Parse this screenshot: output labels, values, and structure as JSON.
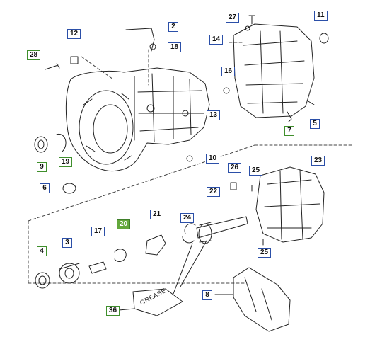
{
  "diagram": {
    "colors": {
      "line": "#222222",
      "callout_border_blue": "#2b4fa8",
      "callout_border_green": "#3f8f2c",
      "highlight_fill": "#63a83c"
    },
    "callouts": [
      {
        "id": "2",
        "label": "2"
      },
      {
        "id": "3",
        "label": "3"
      },
      {
        "id": "4",
        "label": "4"
      },
      {
        "id": "5",
        "label": "5"
      },
      {
        "id": "6",
        "label": "6"
      },
      {
        "id": "7",
        "label": "7"
      },
      {
        "id": "8",
        "label": "8"
      },
      {
        "id": "9",
        "label": "9"
      },
      {
        "id": "10",
        "label": "10"
      },
      {
        "id": "11",
        "label": "11"
      },
      {
        "id": "12",
        "label": "12"
      },
      {
        "id": "13",
        "label": "13"
      },
      {
        "id": "14",
        "label": "14"
      },
      {
        "id": "16",
        "label": "16"
      },
      {
        "id": "17",
        "label": "17"
      },
      {
        "id": "18",
        "label": "18"
      },
      {
        "id": "19",
        "label": "19"
      },
      {
        "id": "20",
        "label": "20",
        "highlighted": true
      },
      {
        "id": "21",
        "label": "21"
      },
      {
        "id": "22",
        "label": "22"
      },
      {
        "id": "23",
        "label": "23"
      },
      {
        "id": "24",
        "label": "24"
      },
      {
        "id": "25a",
        "label": "25"
      },
      {
        "id": "25b",
        "label": "25"
      },
      {
        "id": "26",
        "label": "26"
      },
      {
        "id": "27",
        "label": "27"
      },
      {
        "id": "28",
        "label": "28"
      },
      {
        "id": "36",
        "label": "36"
      }
    ],
    "grease_pack_label": "GREASE"
  }
}
